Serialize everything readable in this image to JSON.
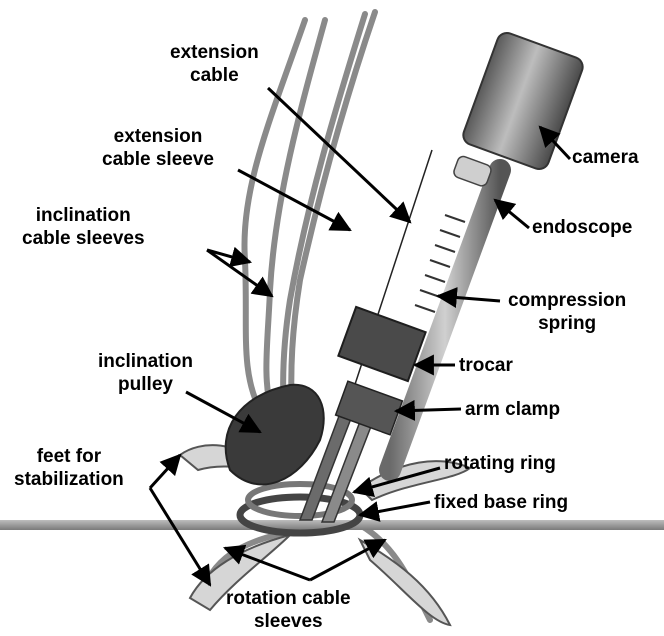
{
  "labels": {
    "extension_cable": [
      "extension",
      "cable"
    ],
    "extension_cable_sleeve": [
      "extension",
      "cable sleeve"
    ],
    "inclination_cable_sleeves": [
      "inclination",
      "cable sleeves"
    ],
    "camera": "camera",
    "endoscope": "endoscope",
    "compression_spring": [
      "compression",
      "spring"
    ],
    "inclination_pulley": [
      "inclination",
      "pulley"
    ],
    "trocar": "trocar",
    "arm_clamp": "arm clamp",
    "feet_for_stabilization": [
      "feet for",
      "stabilization"
    ],
    "rotating_ring": "rotating ring",
    "fixed_base_ring": "fixed base ring",
    "rotation_cable_sleeves": [
      "rotation cable",
      "sleeves"
    ]
  },
  "colors": {
    "cable_sleeve": "#8a8a8a",
    "device_dark": "#3c3c3c",
    "device_mid": "#7a7a7a",
    "skin_surface": "#9a9a9a",
    "arrow": "#000000"
  }
}
